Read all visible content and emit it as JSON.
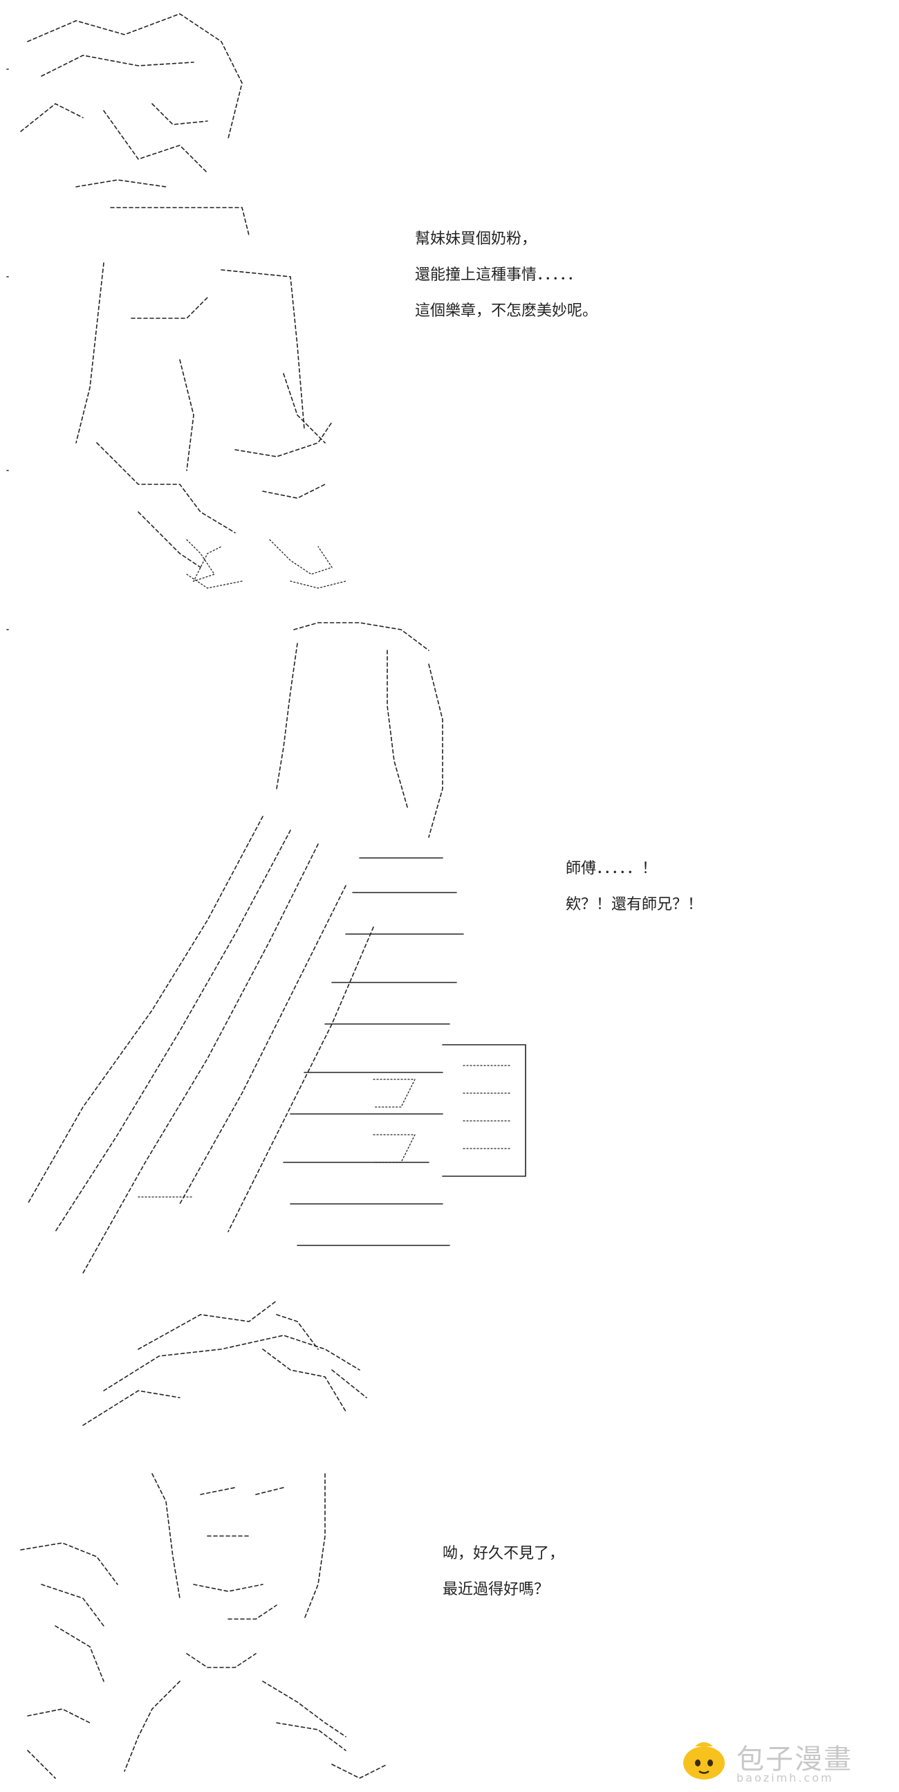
{
  "panels": [
    {
      "dialogue": [
        "幫妹妹買個奶粉，",
        "還能撞上這種事情．．．．．",
        "這個樂章，不怎麽美妙呢。"
      ]
    },
    {
      "dialogue": [
        "師傅．．．．．！",
        "欸？！還有師兄？！"
      ]
    },
    {
      "dialogue": [
        "呦，好久不見了，",
        "最近過得好嗎？"
      ]
    }
  ],
  "watermark": {
    "title": "包子漫畫",
    "url": "baozimh.com",
    "icon": "bun-mascot-icon",
    "icon_color": "#f7c21e"
  }
}
